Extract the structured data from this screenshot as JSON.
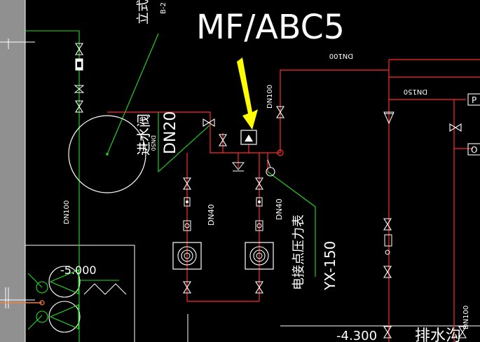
{
  "title": "MF/ABC5",
  "labels": {
    "pipe_dn100_top": "DN100",
    "pipe_dn100_vertical": "DN100",
    "pipe_dn150": "DN150",
    "pipe_dn100_left": "DN100",
    "pipe_dn20": "DN20",
    "pipe_dn40_a": "DN40",
    "pipe_dn40_b": "DN40",
    "pipe_dn100_right": "DN100",
    "dn50_small": "DN50",
    "inlet_valve": "进水阀",
    "gauge_name": "电接点压力表",
    "gauge_model": "YX-150",
    "top_left_text": "立式",
    "top_small_text": "B-2",
    "level_left": "-5.000",
    "level_bottom": "-4.300",
    "drain_text": "排水沟",
    "box_p": "P",
    "box_o": "O"
  },
  "colors": {
    "background": "#000000",
    "pipe_red": "#ff2a2a",
    "line_green": "#22dd22",
    "line_white": "#ffffff",
    "arrow_yellow": "#ffff00",
    "panel_gray": "#909090",
    "orange_pipe": "#ff7a3a"
  },
  "icons": {
    "valve": "gate-valve-icon",
    "check_valve": "check-valve-icon",
    "pump": "pump-icon",
    "gauge": "pressure-gauge-icon",
    "tank": "tank-circle-icon",
    "arrow": "pointer-arrow-icon"
  }
}
